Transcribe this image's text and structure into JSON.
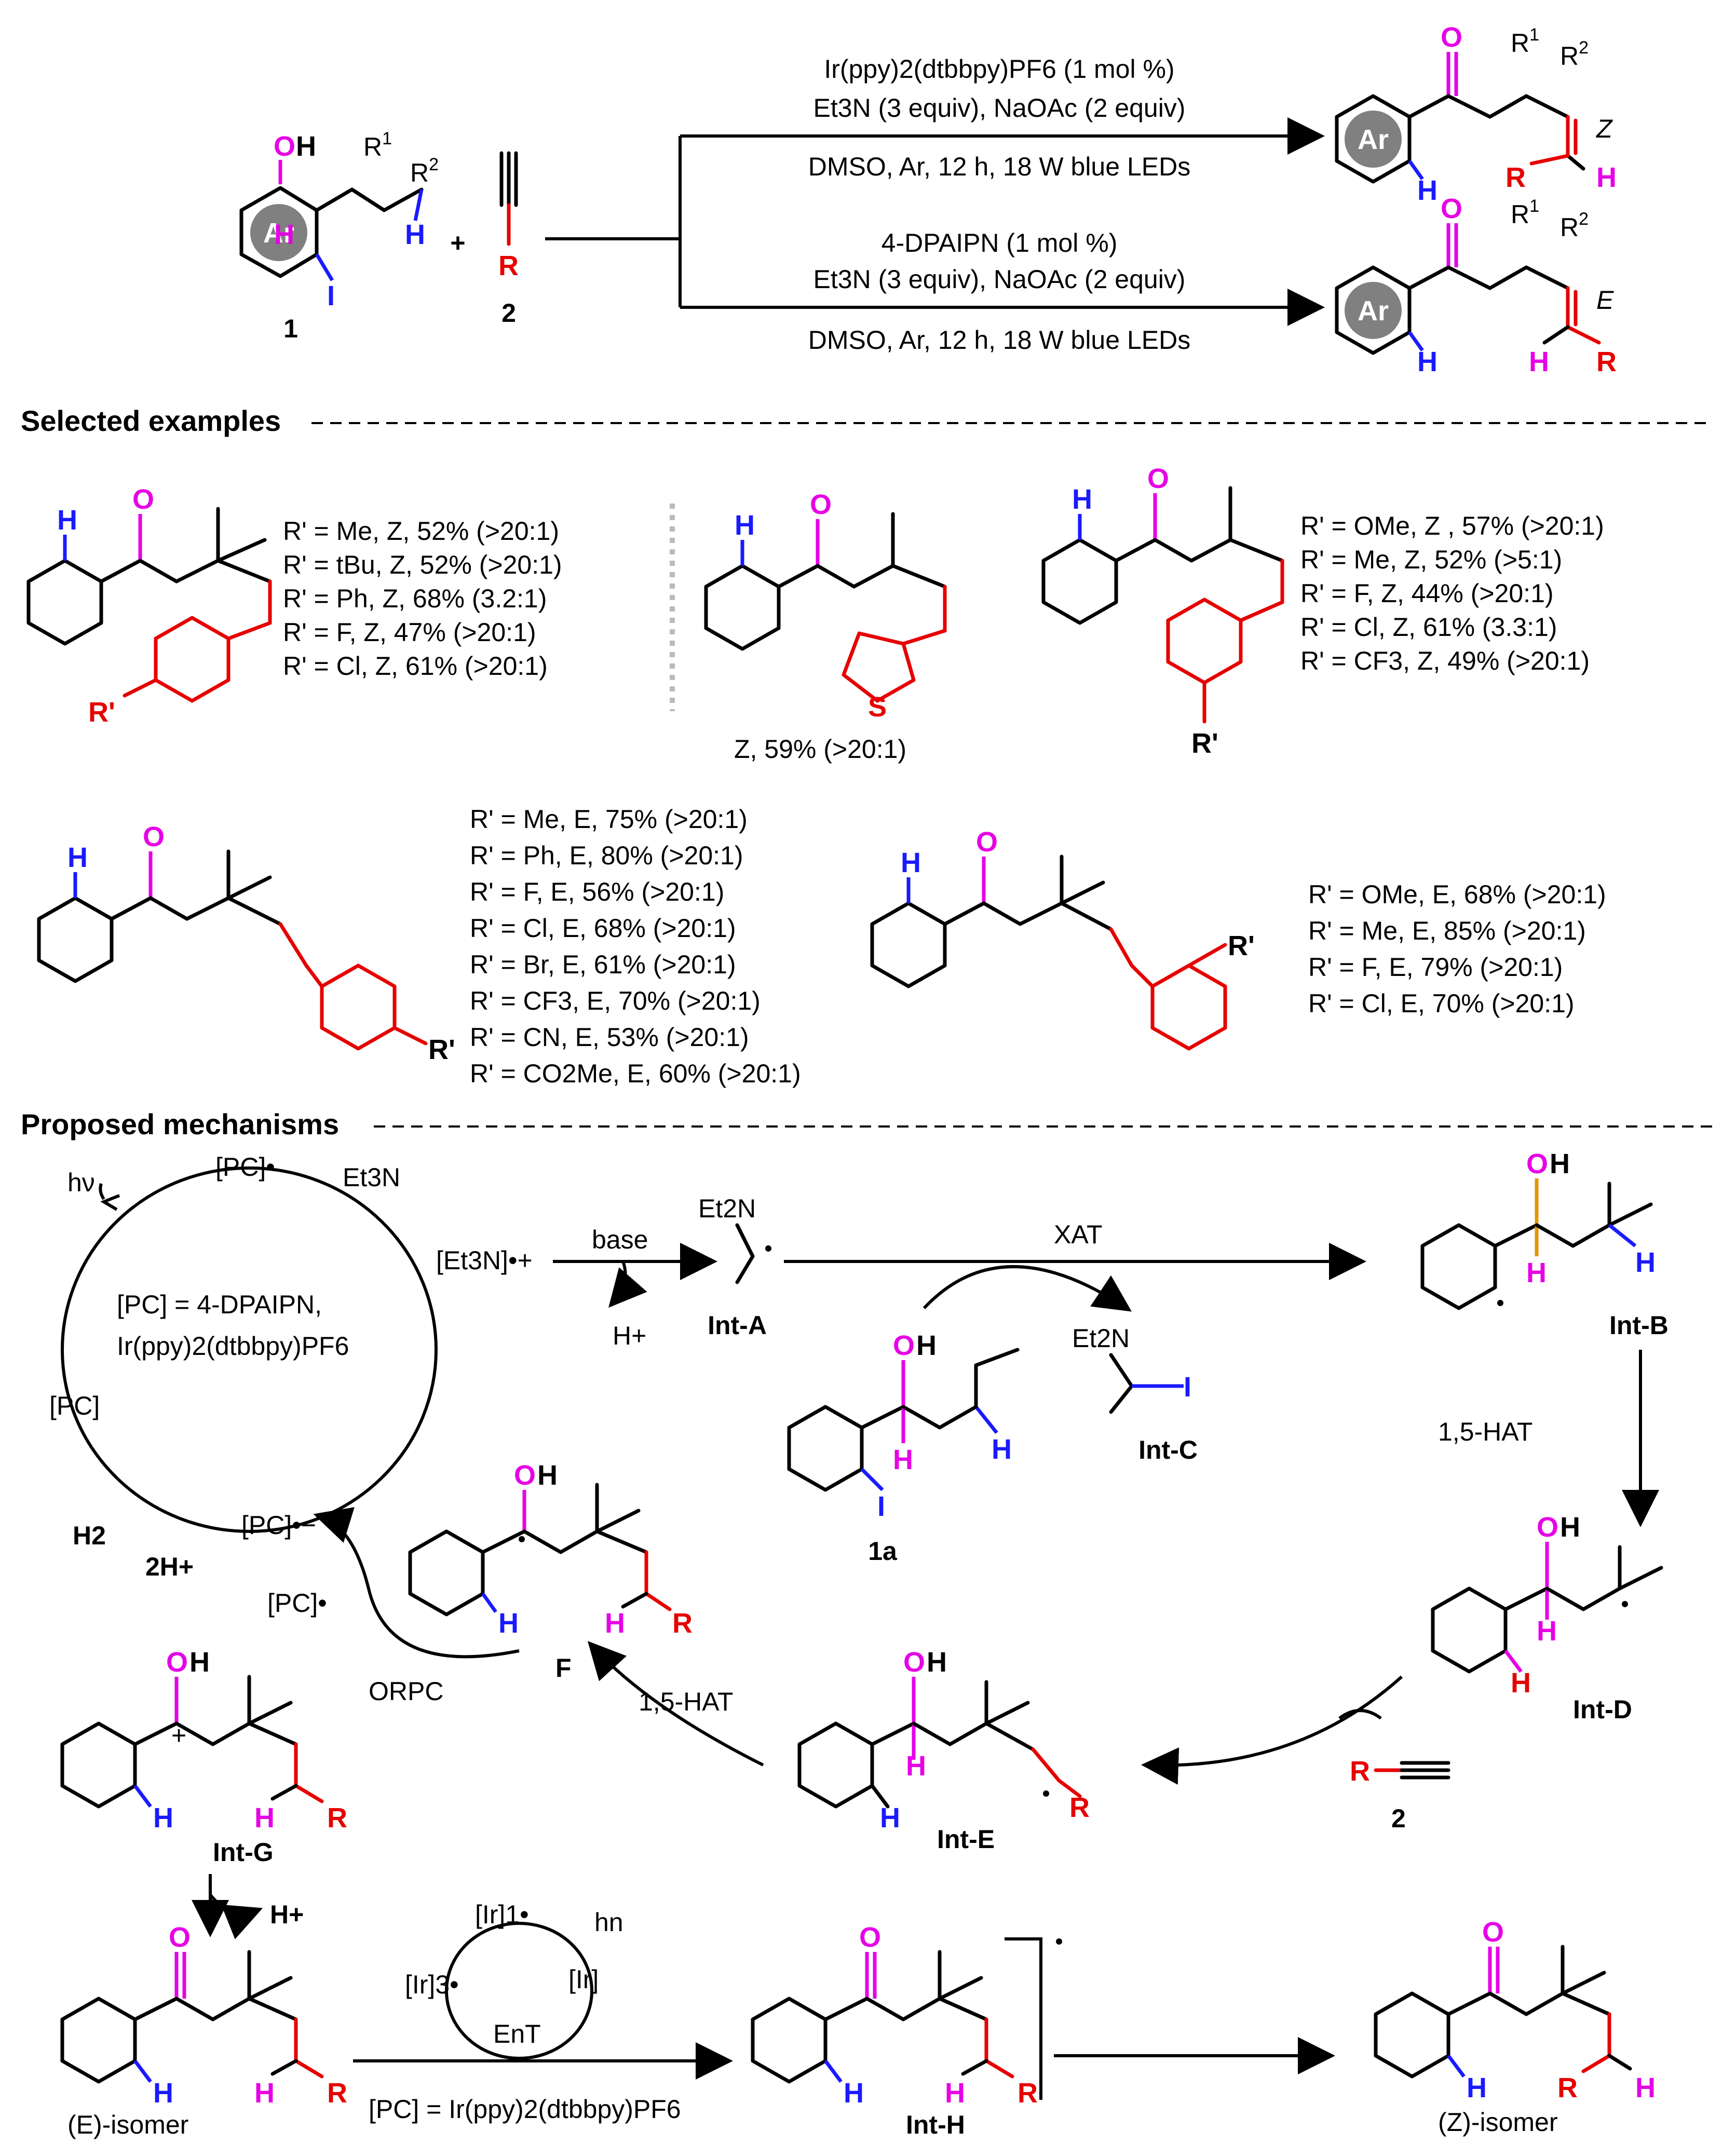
{
  "scheme": {
    "reactant1_label": "1",
    "reactant2_label": "2",
    "ar_label": "Ar",
    "r1": "R",
    "r1_sup": "1",
    "r2": "R",
    "r2_sup": "2",
    "plus": "+",
    "cond_top_line1": "Ir(ppy)2(dtbbpy)PF6 (1 mol %)",
    "cond_top_line2": "Et3N (3 equiv), NaOAc (2 equiv)",
    "cond_top_line3": "DMSO, Ar, 12 h, 18 W blue LEDs",
    "cond_bot_line1": "4-DPAIPN (1 mol %)",
    "cond_bot_line2": "Et3N (3 equiv), NaOAc (2 equiv)",
    "cond_bot_line3": "DMSO, Ar, 12 h, 18 W blue LEDs",
    "product_top_geometry": "Z",
    "product_bot_geometry": "E"
  },
  "sections": {
    "selected_examples": "Selected examples",
    "proposed_mechanisms": "Proposed mechanisms"
  },
  "examples": {
    "para_Z": [
      "R' = Me,  Z, 52% (>20:1)",
      "R' = tBu, Z, 52% (>20:1)",
      "R' = Ph, Z, 68% (3.2:1)",
      "R' = F,  Z, 47% (>20:1)",
      "R' = Cl,  Z, 61% (>20:1)"
    ],
    "thiophene_Z": "Z, 59% (>20:1)",
    "meta_Z": [
      "R' = OMe, Z , 57% (>20:1)",
      "R' = Me,  Z, 52% (>5:1)",
      "R' = F, Z,  44% (>20:1)",
      "R' = Cl, Z, 61% (3.3:1)",
      "R' = CF3,  Z, 49% (>20:1)"
    ],
    "para_E": [
      "R' = Me, E, 75% (>20:1)",
      "R' = Ph, E, 80% (>20:1)",
      "R' = F,  E, 56% (>20:1)",
      "R' = Cl, E, 68% (>20:1)",
      "R' = Br, E, 61% (>20:1)",
      "R' = CF3, E, 70% (>20:1)",
      "R' = CN, E, 53% (>20:1)",
      "R' = CO2Me, E, 60% (>20:1)"
    ],
    "meta_E": [
      "R' = OMe, E, 68% (>20:1)",
      "R' = Me, E, 85% (>20:1)",
      "R' = F,  E, 79% (>20:1)",
      "R' = Cl, E, 70% (>20:1)"
    ]
  },
  "mechanism": {
    "hv": "hν",
    "pc_radical": "[PC]•",
    "et3n": "Et3N",
    "et3n_radical_cation": "[Et3N]•+",
    "base": "base",
    "h_plus": "H+",
    "pc_definition_line1": "[PC] = 4-DPAIPN,",
    "pc_definition_line2": "Ir(ppy)2(dtbbpy)PF6",
    "pc": "[PC]",
    "pc_radical_anion": "[PC]•−",
    "h2": "H2",
    "two_h_plus": "2H+",
    "xat": "XAT",
    "int_a": "Int-A",
    "int_b": "Int-B",
    "int_c": "Int-C",
    "int_d": "Int-D",
    "int_e": "Int-E",
    "int_f": "F",
    "int_g": "Int-G",
    "int_h": "Int-H",
    "label_1a": "1a",
    "hat_1": "1,5-HAT",
    "hat_2": "1,5-HAT",
    "orpc": "ORPC",
    "pc_radical_2": "[PC]•",
    "et2n": "Et2N",
    "alkyne_label": "2",
    "ir1": "[Ir]1•",
    "ir3": "[Ir]3•",
    "ir": "[Ir]",
    "hn": "hn",
    "ent": "EnT",
    "e_isomer": "(E)-isomer",
    "z_isomer": "(Z)-isomer",
    "pc_ir_definition": "[PC] = Ir(ppy)2(dtbbpy)PF6"
  }
}
